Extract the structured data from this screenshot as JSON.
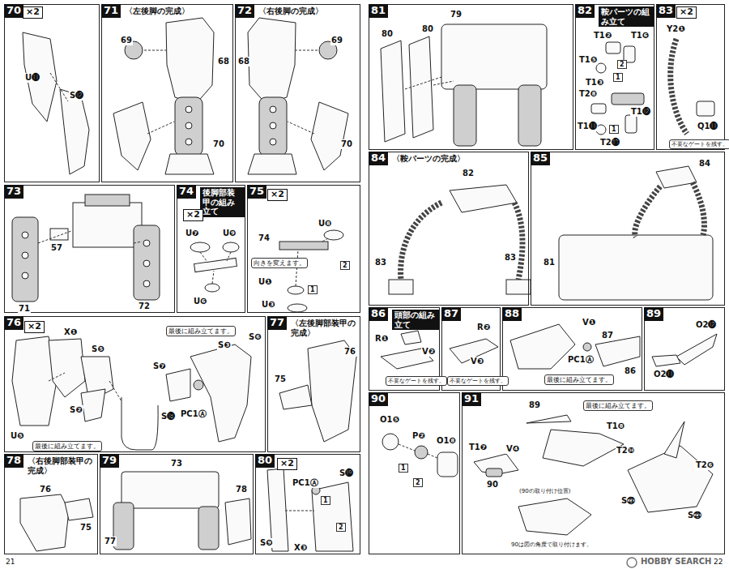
{
  "diagram": {
    "nodes": [
      {
        "text": [
          "70"
        ]
      },
      {
        "text": [
          "71",
          "〈左後脚の完成〉"
        ]
      },
      {
        "text": [
          "72",
          "〈右後脚の完成〉"
        ]
      },
      {
        "text": [
          "73"
        ]
      },
      {
        "text": [
          "74",
          "後脚部装甲の組み立て"
        ]
      },
      {
        "text": [
          "75"
        ]
      },
      {
        "text": [
          "76"
        ]
      },
      {
        "text": [
          "77",
          "〈左後脚部装甲の完成〉"
        ]
      },
      {
        "text": [
          "78",
          "〈右後脚部装甲の完成〉"
        ]
      },
      {
        "text": [
          "79"
        ]
      },
      {
        "text": [
          "80"
        ]
      },
      {
        "text": [
          "81"
        ]
      },
      {
        "text": [
          "82",
          "鞍パーツの組み立て"
        ]
      },
      {
        "text": [
          "83"
        ]
      },
      {
        "text": [
          "84",
          "〈鞍パーツの完成〉"
        ]
      },
      {
        "text": [
          "85"
        ]
      },
      {
        "text": [
          "86",
          "頭部の組み立て"
        ]
      },
      {
        "text": [
          "87"
        ]
      },
      {
        "text": [
          "88"
        ]
      },
      {
        "text": [
          "89"
        ]
      },
      {
        "text": [
          "90"
        ]
      },
      {
        "text": [
          "91"
        ]
      }
    ],
    "labels": [
      "×2",
      "U⓫",
      "S⓬",
      "69",
      "68",
      "70",
      "68",
      "69",
      "70",
      "57",
      "71",
      "72",
      "×2",
      "U❼",
      "U❾",
      "U❻",
      "×2",
      "U❽",
      "74",
      "向きを変えます。",
      "U❶",
      "U❸",
      "1",
      "2",
      "×2",
      "X❶",
      "S❺",
      "S❷",
      "S⓲",
      "U❺",
      "最後に組み立てます。",
      "最後に組み立てます。",
      "S❸",
      "S❻",
      "S❼",
      "PC1Ⓐ",
      "75",
      "76",
      "76",
      "75",
      "73",
      "77",
      "78",
      "×2",
      "PC1Ⓐ",
      "S⓳",
      "1",
      "2",
      "S❾",
      "X❸",
      "79",
      "80",
      "80",
      "T1❷",
      "T1❻",
      "T1❺",
      "T1❸",
      "1",
      "2",
      "T2❽",
      "T1⓬",
      "T1⓫",
      "1",
      "T2⓭",
      "×2",
      "Y2❶",
      "Q1⓫",
      "不要なゲートを残す。",
      "82",
      "83",
      "83",
      "84",
      "81",
      "R❶",
      "V❷",
      "不要なゲートを残す。",
      "R❷",
      "V❸",
      "不要なゲートを残す。",
      "V❶",
      "87",
      "PC1Ⓐ",
      "86",
      "最後に組み立てます。",
      "O2⓬",
      "O2⓫",
      "O1❺",
      "P❷",
      "O1❽",
      "1",
      "2",
      "89",
      "最後に組み立てます。",
      "T1❽",
      "T1❼",
      "V❹",
      "90",
      "(90の取り付け位置)",
      "90は図の角度で取り付けます。",
      "T2❿",
      "S㉓",
      "T2❻",
      "S㉓",
      "21",
      "22",
      "HOBBY SEARCH"
    ]
  }
}
